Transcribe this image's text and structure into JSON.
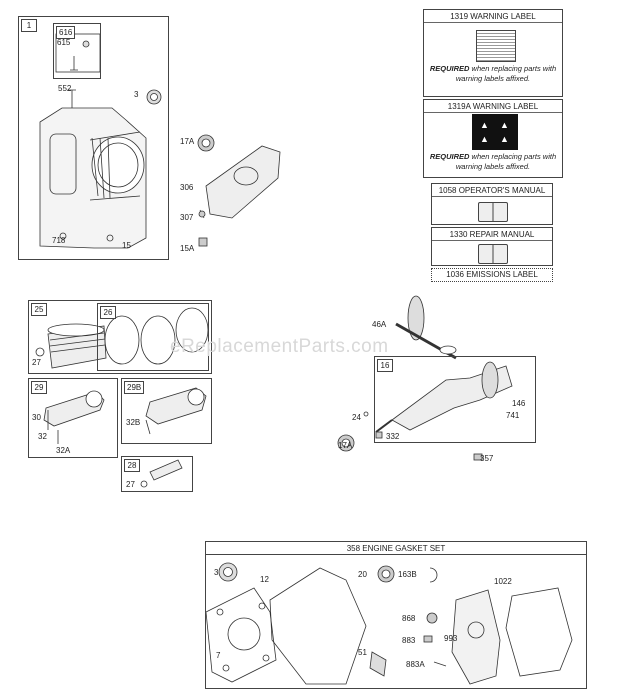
{
  "watermark": "eReplacementParts.com",
  "cylinder_group": {
    "ref": "1",
    "subref": "616",
    "labels": [
      "615",
      "552",
      "3",
      "718",
      "15",
      "17A",
      "306",
      "307",
      "15A"
    ]
  },
  "piston_group": {
    "ref": "25",
    "rings_ref": "26",
    "labels": [
      "27"
    ]
  },
  "rod_group_a": {
    "ref": "29",
    "labels": [
      "30",
      "32",
      "32A"
    ]
  },
  "rod_group_b": {
    "ref": "29B",
    "labels": [
      "32B"
    ]
  },
  "pin_group": {
    "ref": "28",
    "labels": [
      "27"
    ]
  },
  "crank_group": {
    "ref": "16",
    "labels": [
      "46A",
      "146",
      "741",
      "24",
      "332",
      "17A",
      "357"
    ]
  },
  "cards": {
    "warning_1319": {
      "title": "1319 WARNING LABEL",
      "req_bold": "REQUIRED",
      "req_rest": " when replacing parts with warning labels affixed."
    },
    "warning_1319a": {
      "title": "1319A WARNING LABEL",
      "req_bold": "REQUIRED",
      "req_rest": " when replacing parts with warning labels affixed."
    },
    "manual_1058": {
      "title": "1058 OPERATOR'S MANUAL"
    },
    "manual_1330": {
      "title": "1330 REPAIR MANUAL"
    },
    "label_1036": {
      "title": "1036 EMISSIONS LABEL"
    }
  },
  "gasket_set": {
    "title": "358 ENGINE GASKET SET",
    "labels": [
      "3",
      "12",
      "20",
      "163B",
      "1022",
      "7",
      "51",
      "868",
      "883",
      "993",
      "883A"
    ]
  }
}
